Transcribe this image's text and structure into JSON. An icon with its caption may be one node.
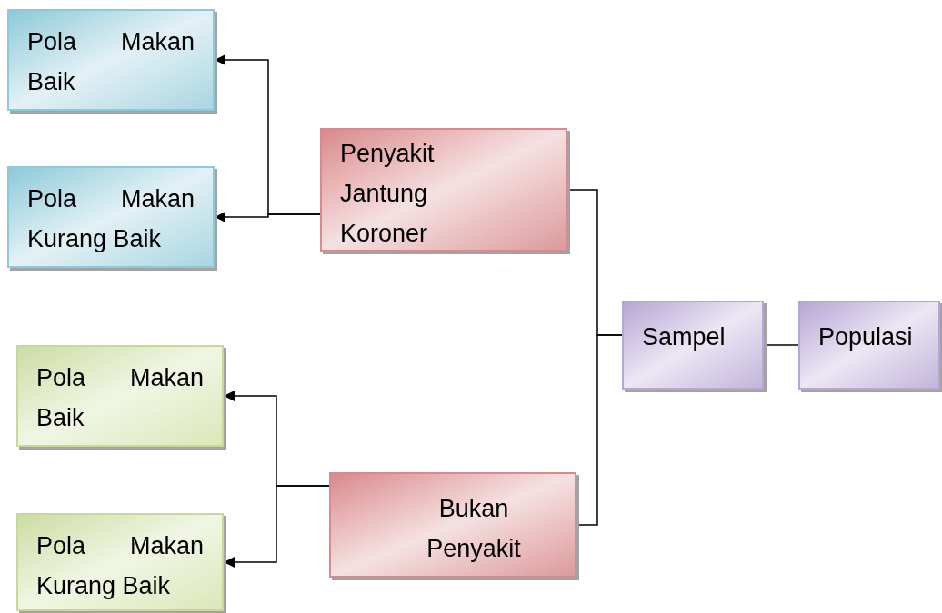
{
  "diagram": {
    "nodes": [
      {
        "text": [
          "Pola Makan Baik"
        ]
      },
      {
        "text": [
          "Pola Makan Kurang Baik"
        ]
      },
      {
        "text": [
          "Penyakit Jantung Koroner"
        ]
      },
      {
        "text": [
          "Sampel"
        ]
      },
      {
        "text": [
          "Populasi"
        ]
      },
      {
        "text": [
          "Pola Makan Baik"
        ]
      },
      {
        "text": [
          "Pola Makan Kurang Baik"
        ]
      },
      {
        "text": [
          "Bukan Penyakit"
        ]
      }
    ],
    "edges": [
      {
        "from": 4,
        "to": 3,
        "arrow": "none"
      },
      {
        "from": 3,
        "to": 2,
        "arrow": "none"
      },
      {
        "from": 3,
        "to": 7,
        "arrow": "none"
      },
      {
        "from": 2,
        "to": 0,
        "arrow": "to"
      },
      {
        "from": 2,
        "to": 1,
        "arrow": "to"
      },
      {
        "from": 7,
        "to": 5,
        "arrow": "to"
      },
      {
        "from": 7,
        "to": 6,
        "arrow": "to"
      }
    ]
  }
}
